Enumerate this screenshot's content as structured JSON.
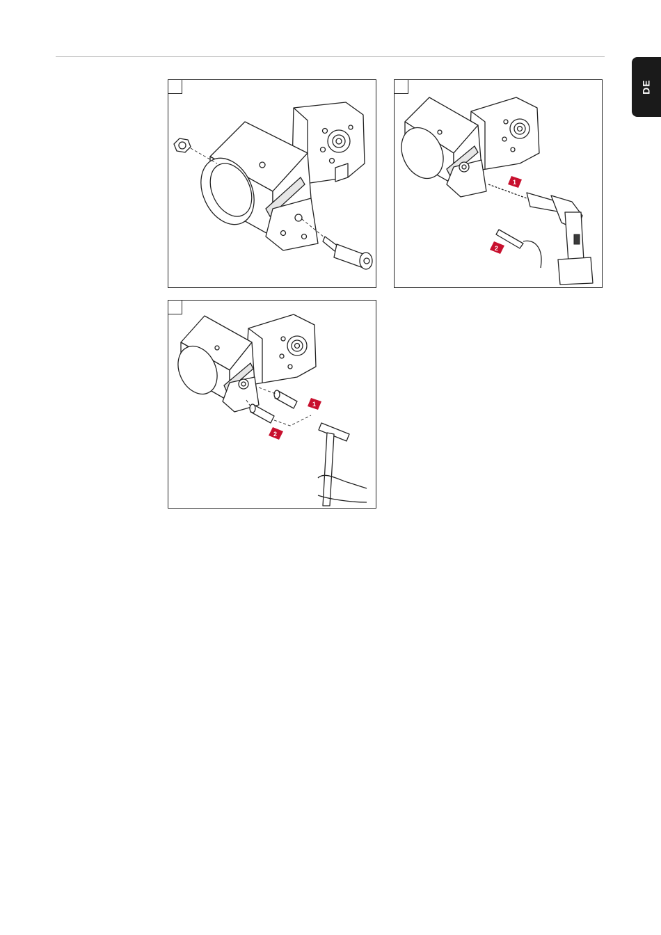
{
  "header": {
    "language_tab": "DE"
  },
  "figures": [
    {
      "step_label": "",
      "callouts": []
    },
    {
      "step_label": "",
      "callouts": [
        "1",
        "2"
      ]
    },
    {
      "step_label": "",
      "callouts": [
        "1",
        "2"
      ]
    }
  ],
  "colors": {
    "accent_red": "#c8102e",
    "tab_black": "#1a1a1a",
    "rule_gray": "#bdbdbd"
  }
}
